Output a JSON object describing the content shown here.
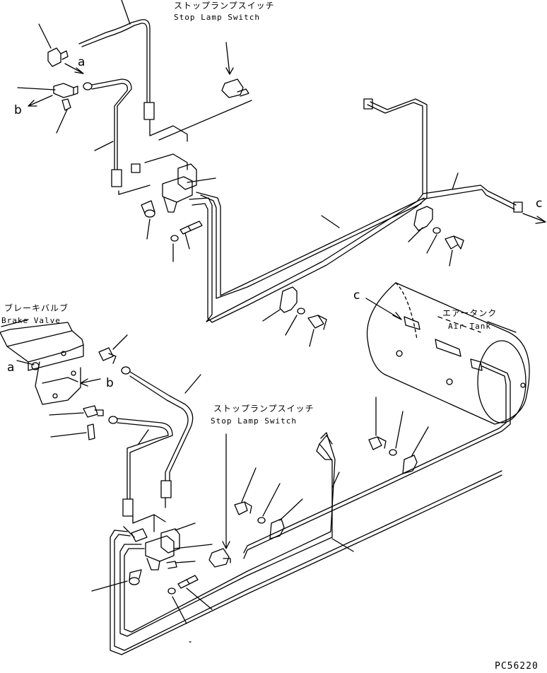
{
  "labels": {
    "stop_lamp_switch_top": {
      "jp": "ストップランプスイッチ",
      "en": "Stop Lamp Switch"
    },
    "stop_lamp_switch_bottom": {
      "jp": "ストップランプスイッチ",
      "en": "Stop Lamp Switch"
    },
    "brake_valve": {
      "jp": "ブレーキバルブ",
      "en": "Brake Valve"
    },
    "air_tank": {
      "jp": "エアータンク",
      "en": "Air Tank"
    }
  },
  "refs": {
    "a_top": "a",
    "b_top": "b",
    "c_right": "c",
    "c_tank": "c",
    "a_valve": "a",
    "b_valve": "b"
  },
  "drawing_code": "PC56220"
}
